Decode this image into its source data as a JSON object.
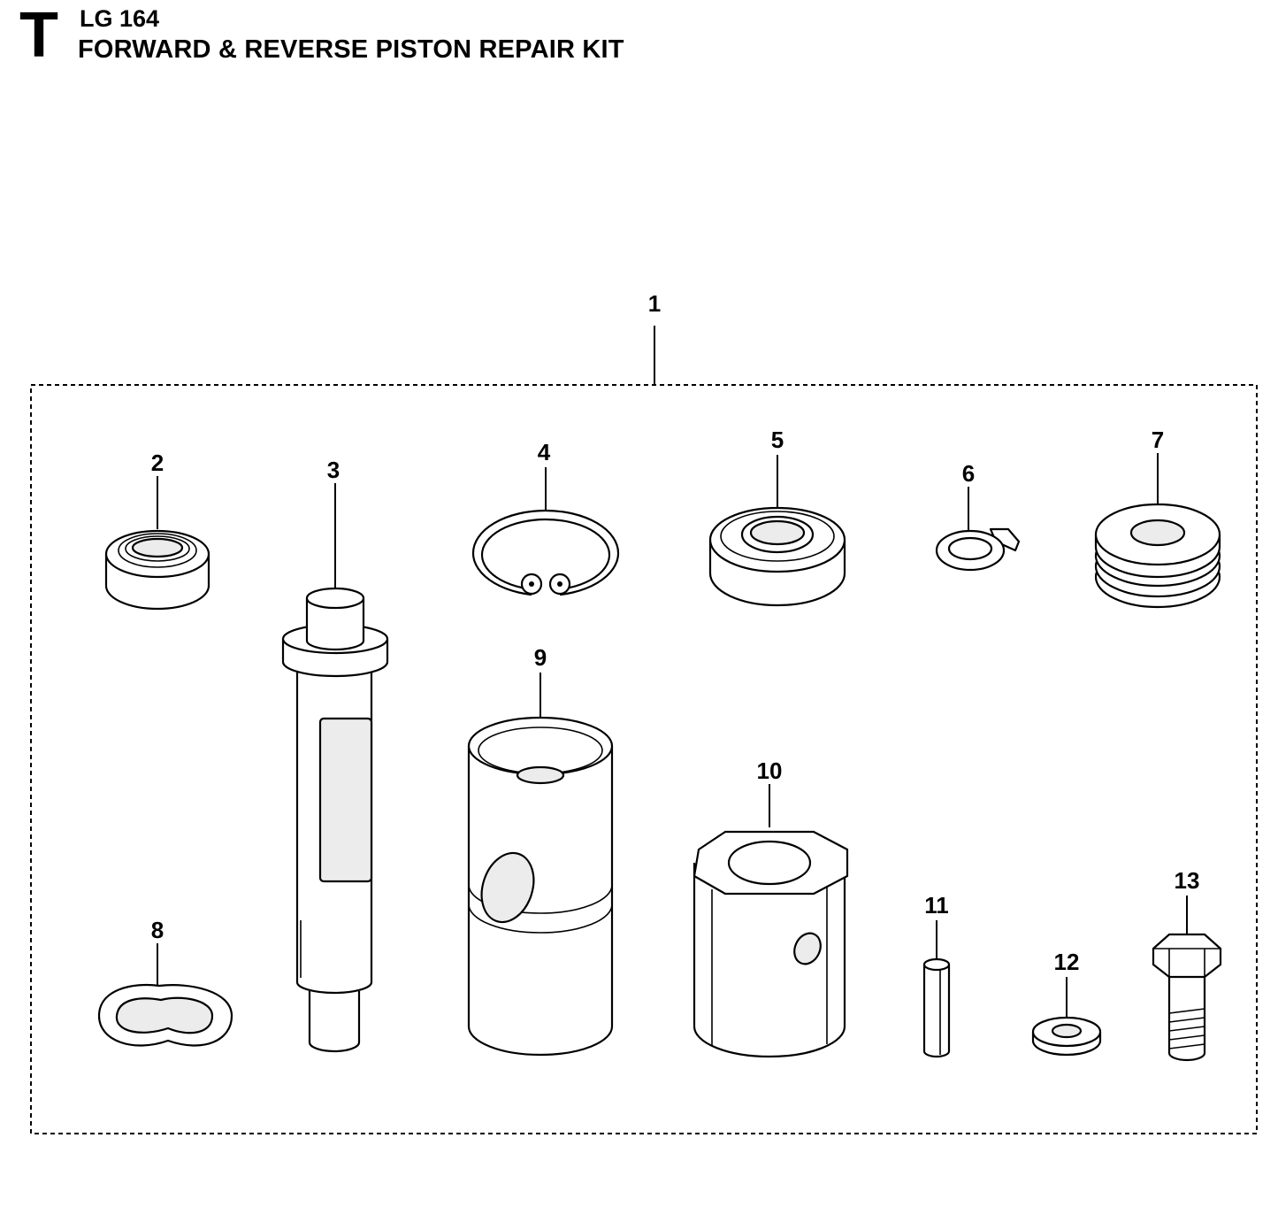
{
  "header": {
    "section_letter": "T",
    "model": "LG 164",
    "title": "FORWARD & REVERSE PISTON REPAIR KIT"
  },
  "callouts": {
    "c1": "1",
    "c2": "2",
    "c3": "3",
    "c4": "4",
    "c5": "5",
    "c6": "6",
    "c7": "7",
    "c8": "8",
    "c9": "9",
    "c10": "10",
    "c11": "11",
    "c12": "12",
    "c13": "13"
  }
}
